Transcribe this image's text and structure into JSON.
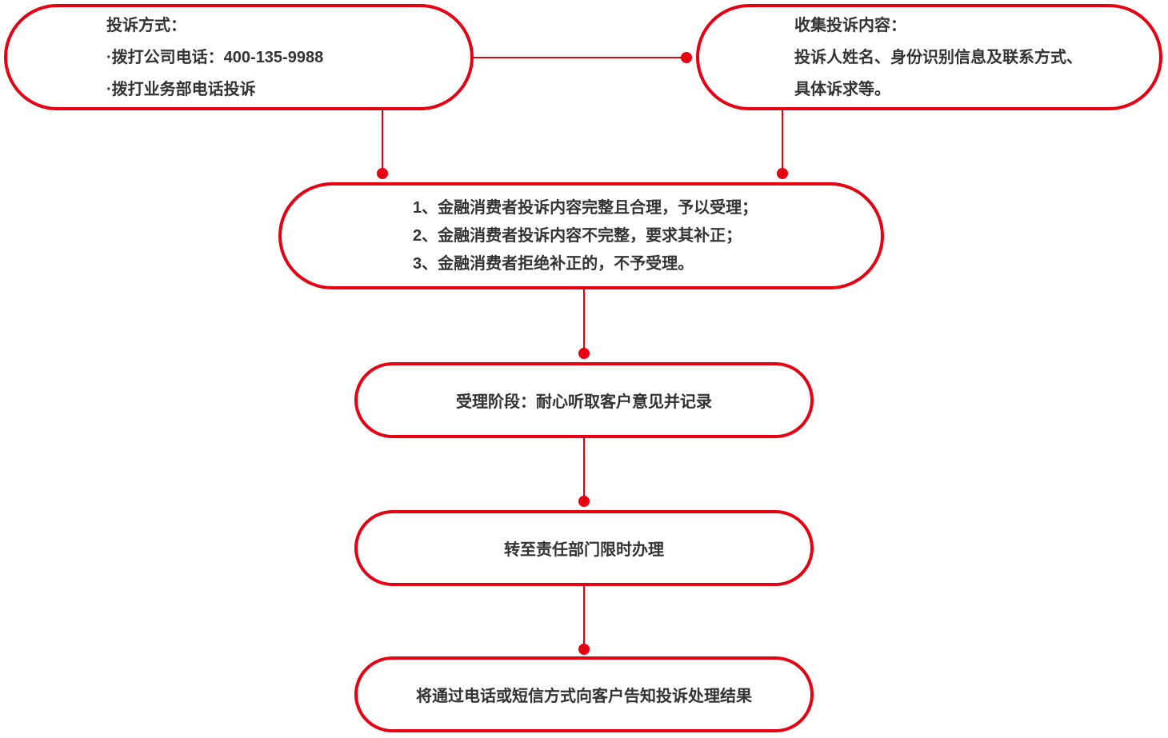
{
  "colors": {
    "accent_red": "#e60012",
    "text": "#333333",
    "background": "#ffffff"
  },
  "flowchart": {
    "complaint_methods": {
      "line1": "投诉方式：",
      "line2": "·拨打公司电话：400-135-9988",
      "line3": "·拨打业务部电话投诉"
    },
    "collect_content": {
      "line1": "收集投诉内容：",
      "line2": "投诉人姓名、身份识别信息及联系方式、",
      "line3": "具体诉求等。"
    },
    "acceptance_rules": {
      "line1": "1、金融消费者投诉内容完整且合理，予以受理；",
      "line2": "2、金融消费者投诉内容不完整，要求其补正；",
      "line3": "3、金融消费者拒绝补正的，不予受理。"
    },
    "acceptance_stage": {
      "label": "受理阶段：耐心听取客户意见并记录"
    },
    "transfer_department": {
      "label": "转至责任部门限时办理"
    },
    "notify_result": {
      "label": "将通过电话或短信方式向客户告知投诉处理结果"
    }
  }
}
